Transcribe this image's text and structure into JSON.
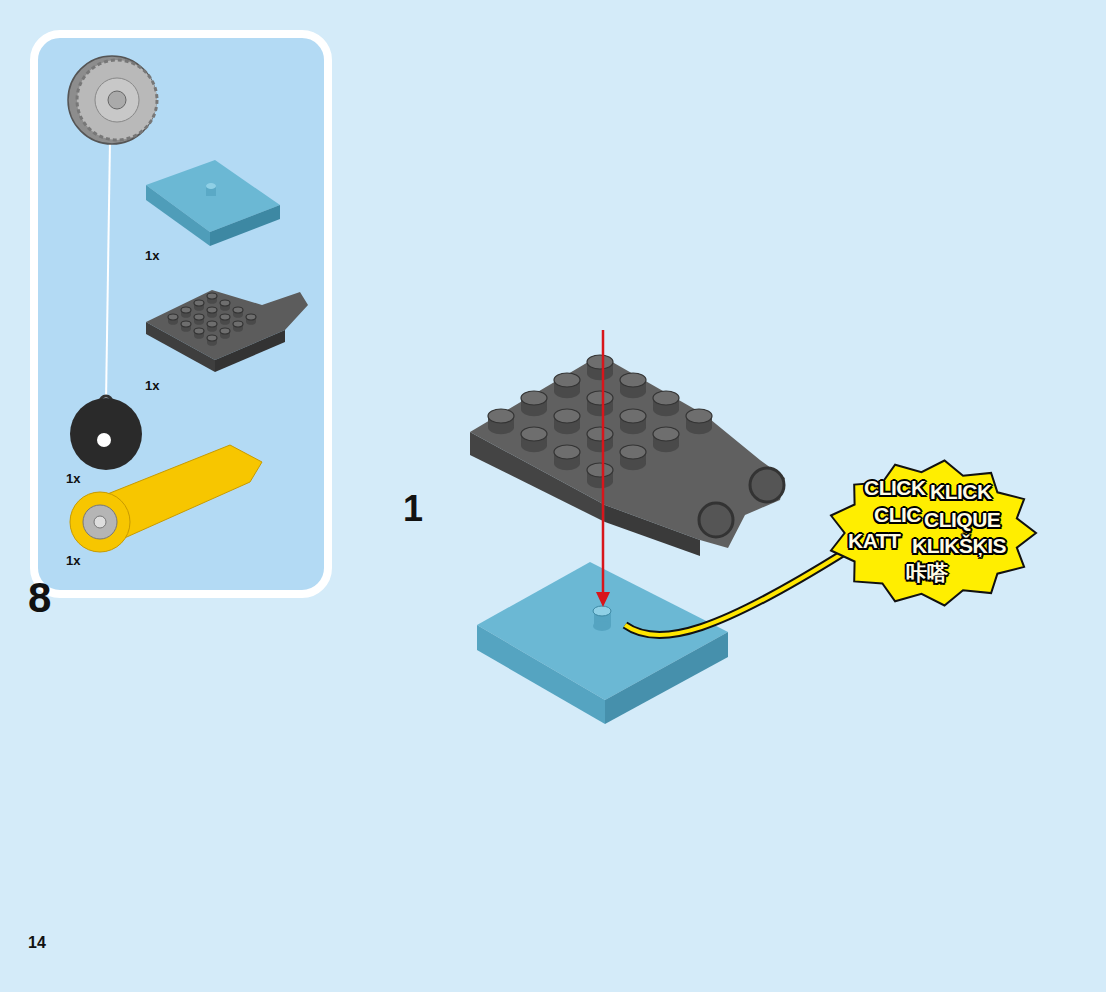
{
  "diagram": {
    "nodes": [
      {
        "text": [
          "1x",
          "1x",
          "1x",
          "1x"
        ]
      },
      {
        "text": [
          "CLICK",
          "KLICK",
          "CLIC",
          "CLIQUE",
          "KATT",
          "KLIKŠĶIS",
          "咔嗒"
        ]
      }
    ],
    "labels": [
      "8",
      "1",
      "14"
    ]
  }
}
